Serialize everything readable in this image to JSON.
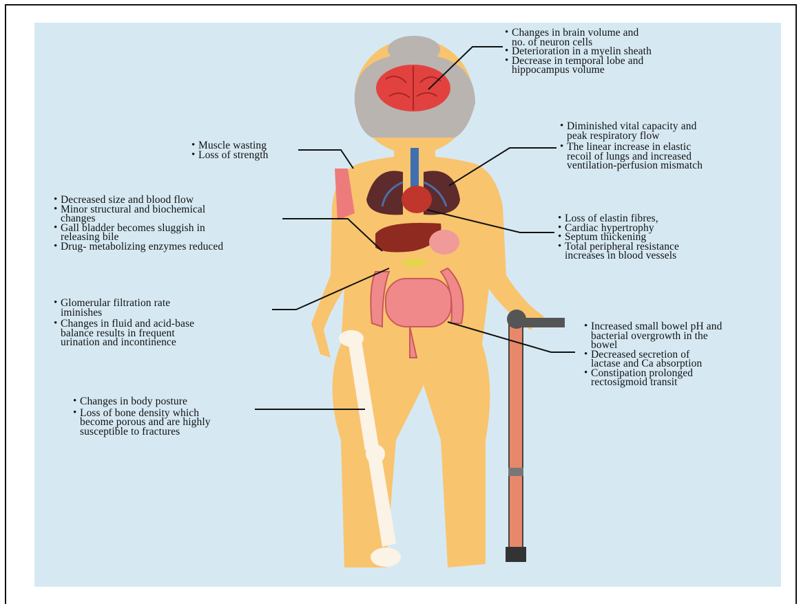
{
  "annotations": {
    "brain": [
      "Changes in brain volume and\nno. of neuron cells",
      "Deterioration in a myelin sheath",
      "Decrease in temporal lobe and\nhippocampus volume"
    ],
    "muscle": [
      "Muscle wasting",
      "Loss of strength"
    ],
    "lungs": [
      "Diminished vital capacity and\npeak respiratory flow",
      "The linear increase in elastic\nrecoil of lungs and increased\nventilation-perfusion mismatch"
    ],
    "liver": [
      "Decreased size and blood flow",
      "Minor structural and biochemical\nchanges",
      "Gall bladder becomes sluggish in\nreleasing bile",
      "Drug- metabolizing enzymes reduced"
    ],
    "heart": [
      "Loss of elastin fibres,",
      "Cardiac hypertrophy",
      "Septum thickening",
      "Total peripheral resistance\nincreases in blood vessels"
    ],
    "kidney": [
      "Glomerular filtration rate\niminishes",
      "Changes in fluid and acid-base\nbalance results in frequent\nurination and incontinence"
    ],
    "bowel": [
      "Increased small bowel pH and\nbacterial overgrowth in the\nbowel",
      "Decreased secretion of\nlactase and Ca absorption",
      "Constipation prolonged\nrectosigmoid transit"
    ],
    "bone": [
      "Changes in body posture",
      "Loss of bone density which\nbecome porous and are highly\nsusceptible to fractures"
    ]
  },
  "colors": {
    "background": "#d6e9f3",
    "skin": "#f9c46e",
    "hair": "#b9b4b0",
    "brain": "#e2423f",
    "lungs": "#5d2b2b",
    "liver": "#8e2a1f",
    "intestine": "#f08a8a",
    "bone": "#fbf3e6",
    "cane": "#e8886a"
  }
}
